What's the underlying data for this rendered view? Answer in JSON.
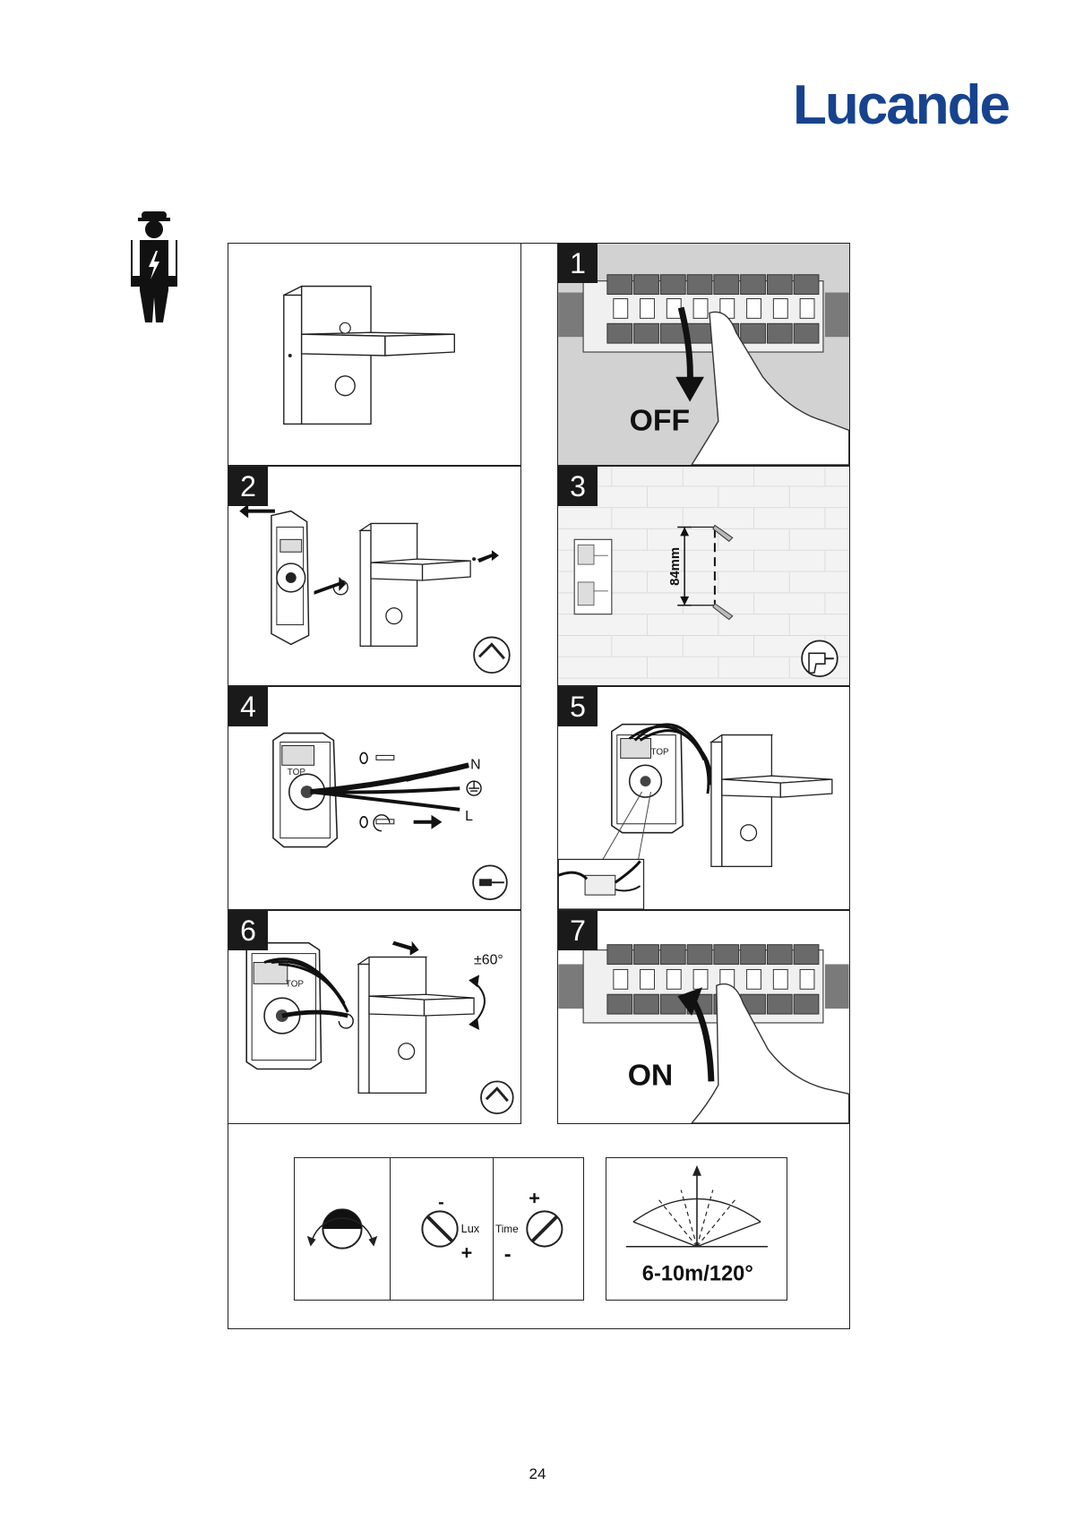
{
  "brand": {
    "name": "Lucande",
    "color": "#17438e"
  },
  "page": {
    "number": "24"
  },
  "icons": {
    "electrician": "electrician-icon",
    "wrench": "wrench-icon",
    "drill": "drill-icon",
    "screwdriver": "screwdriver-icon"
  },
  "steps": {
    "s1": {
      "number": "1",
      "label": "OFF"
    },
    "s2": {
      "number": "2"
    },
    "s3": {
      "number": "3",
      "distance": "84mm"
    },
    "s4": {
      "number": "4",
      "wire_n": "N",
      "wire_l": "L",
      "top_mark": "TOP"
    },
    "s5": {
      "number": "5",
      "top_mark": "TOP"
    },
    "s6": {
      "number": "6",
      "rotation": "±60°",
      "top_mark": "TOP"
    },
    "s7": {
      "number": "7",
      "label": "ON"
    }
  },
  "settings": {
    "lux_label": "Lux",
    "time_label": "Time",
    "lux_minus": "-",
    "lux_plus": "+",
    "time_plus": "+",
    "time_minus": "-",
    "range": "6-10m/120°"
  }
}
